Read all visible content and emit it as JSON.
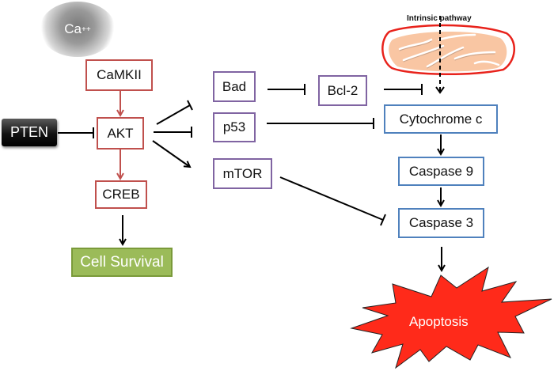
{
  "diagram": {
    "ion": {
      "symbol": "Ca",
      "charge": "++"
    },
    "intrinsic_label": "Intrinsic pathway",
    "nodes": {
      "camkii": "CaMKII",
      "akt": "AKT",
      "pten": "PTEN",
      "creb": "CREB",
      "cell_survival": "Cell Survival",
      "bad": "Bad",
      "bcl2": "Bcl-2",
      "p53": "p53",
      "mtor": "mTOR",
      "cytochrome_c": "Cytochrome c",
      "caspase9": "Caspase 9",
      "caspase3": "Caspase 3",
      "apoptosis": "Apoptosis"
    },
    "edges": [
      {
        "from": "CaMKII",
        "to": "AKT",
        "type": "activation"
      },
      {
        "from": "PTEN",
        "to": "AKT",
        "type": "inhibition"
      },
      {
        "from": "AKT",
        "to": "CREB",
        "type": "activation"
      },
      {
        "from": "CREB",
        "to": "Cell Survival",
        "type": "activation"
      },
      {
        "from": "AKT",
        "to": "Bad",
        "type": "inhibition"
      },
      {
        "from": "AKT",
        "to": "p53",
        "type": "inhibition"
      },
      {
        "from": "AKT",
        "to": "mTOR",
        "type": "activation"
      },
      {
        "from": "Bad",
        "to": "Bcl-2",
        "type": "inhibition"
      },
      {
        "from": "Bcl-2",
        "to": "Intrinsic pathway",
        "type": "inhibition"
      },
      {
        "from": "Mitochondrion",
        "to": "Cytochrome c",
        "type": "activation"
      },
      {
        "from": "p53",
        "to": "Cytochrome c",
        "type": "inhibition"
      },
      {
        "from": "mTOR",
        "to": "Caspase 3",
        "type": "inhibition"
      },
      {
        "from": "Cytochrome c",
        "to": "Caspase 9",
        "type": "activation"
      },
      {
        "from": "Caspase 9",
        "to": "Caspase 3",
        "type": "activation"
      },
      {
        "from": "Caspase 3",
        "to": "Apoptosis",
        "type": "activation"
      }
    ],
    "colors": {
      "akt_group": "#c0504d",
      "target_group": "#8064a2",
      "apoptotic_group": "#4f81bd",
      "survival": "#9bbb59",
      "apoptosis": "#ff2a1a",
      "mitochondrion_fill": "#f9c6a3",
      "mitochondrion_outline": "#e8221b"
    }
  }
}
